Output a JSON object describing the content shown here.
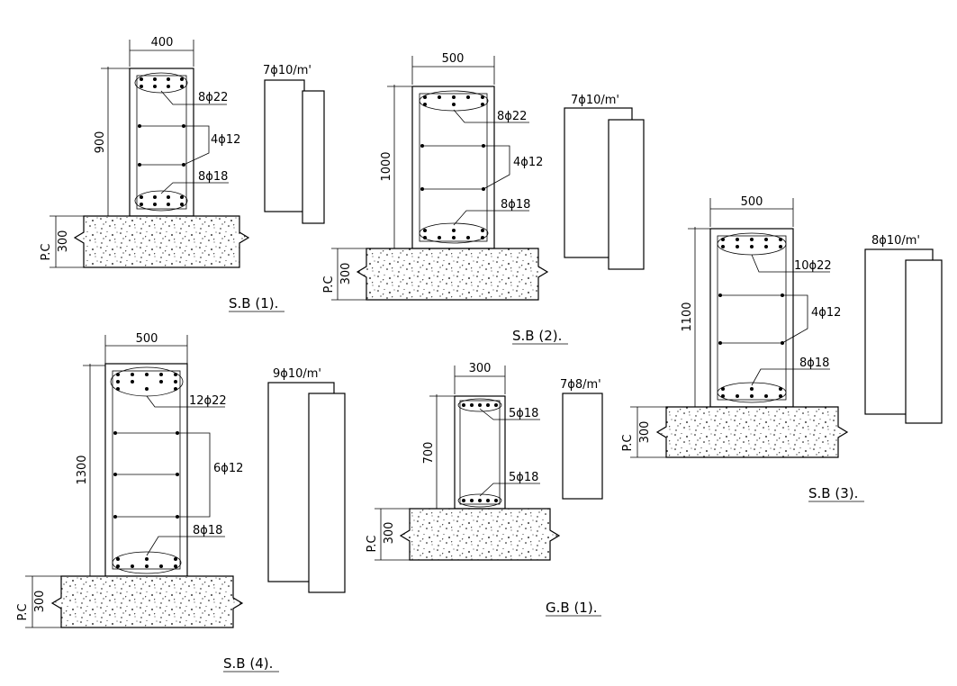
{
  "sections": [
    {
      "id": "sb1",
      "title": "S.B (1).",
      "width_label": "400",
      "height_label": "900",
      "pc_label": "P.C",
      "pc_thickness_label": "300",
      "stirrup_label": "7ϕ10/m'",
      "top_bars_label": "8ϕ22",
      "side_bars_label": "4ϕ12",
      "bottom_bars_label": "8ϕ18"
    },
    {
      "id": "sb2",
      "title": "S.B (2).",
      "width_label": "500",
      "height_label": "1000",
      "pc_label": "P.C",
      "pc_thickness_label": "300",
      "stirrup_label": "7ϕ10/m'",
      "top_bars_label": "8ϕ22",
      "side_bars_label": "4ϕ12",
      "bottom_bars_label": "8ϕ18"
    },
    {
      "id": "sb3",
      "title": "S.B (3).",
      "width_label": "500",
      "height_label": "1100",
      "pc_label": "P.C",
      "pc_thickness_label": "300",
      "stirrup_label": "8ϕ10/m'",
      "top_bars_label": "10ϕ22",
      "side_bars_label": "4ϕ12",
      "bottom_bars_label": "8ϕ18"
    },
    {
      "id": "sb4",
      "title": "S.B (4).",
      "width_label": "500",
      "height_label": "1300",
      "pc_label": "P.C",
      "pc_thickness_label": "300",
      "stirrup_label": "9ϕ10/m'",
      "top_bars_label": "12ϕ22",
      "side_bars_label": "6ϕ12",
      "bottom_bars_label": "8ϕ18"
    },
    {
      "id": "gb1",
      "title": "G.B (1).",
      "width_label": "300",
      "height_label": "700",
      "pc_label": "P.C",
      "pc_thickness_label": "300",
      "stirrup_label": "7ϕ8/m'",
      "top_bars_label": "5ϕ18",
      "bottom_bars_label": "5ϕ18"
    }
  ]
}
